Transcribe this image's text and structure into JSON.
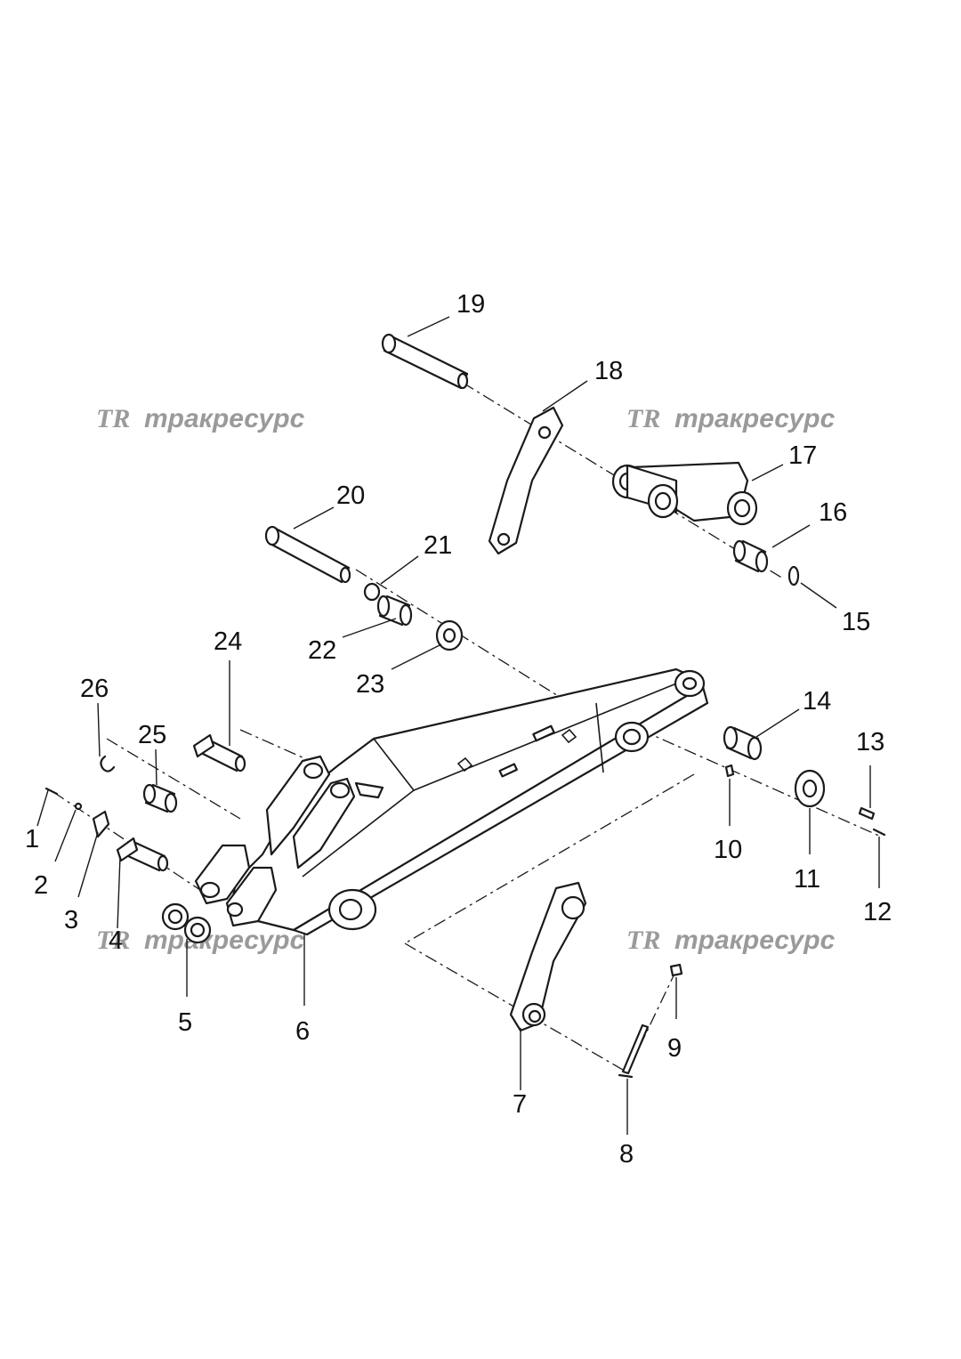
{
  "watermark": {
    "logo": "TR",
    "text": "тракресурс",
    "color": "#9a9a9a"
  },
  "callouts": [
    {
      "id": "1",
      "label": "1"
    },
    {
      "id": "2",
      "label": "2"
    },
    {
      "id": "3",
      "label": "3"
    },
    {
      "id": "4",
      "label": "4"
    },
    {
      "id": "5",
      "label": "5"
    },
    {
      "id": "6",
      "label": "6"
    },
    {
      "id": "7",
      "label": "7"
    },
    {
      "id": "8",
      "label": "8"
    },
    {
      "id": "9",
      "label": "9"
    },
    {
      "id": "10",
      "label": "10"
    },
    {
      "id": "11",
      "label": "11"
    },
    {
      "id": "12",
      "label": "12"
    },
    {
      "id": "13",
      "label": "13"
    },
    {
      "id": "14",
      "label": "14"
    },
    {
      "id": "15",
      "label": "15"
    },
    {
      "id": "16",
      "label": "16"
    },
    {
      "id": "17",
      "label": "17"
    },
    {
      "id": "18",
      "label": "18"
    },
    {
      "id": "19",
      "label": "19"
    },
    {
      "id": "20",
      "label": "20"
    },
    {
      "id": "21",
      "label": "21"
    },
    {
      "id": "22",
      "label": "22"
    },
    {
      "id": "23",
      "label": "23"
    },
    {
      "id": "24",
      "label": "24"
    },
    {
      "id": "25",
      "label": "25"
    },
    {
      "id": "26",
      "label": "26"
    }
  ]
}
